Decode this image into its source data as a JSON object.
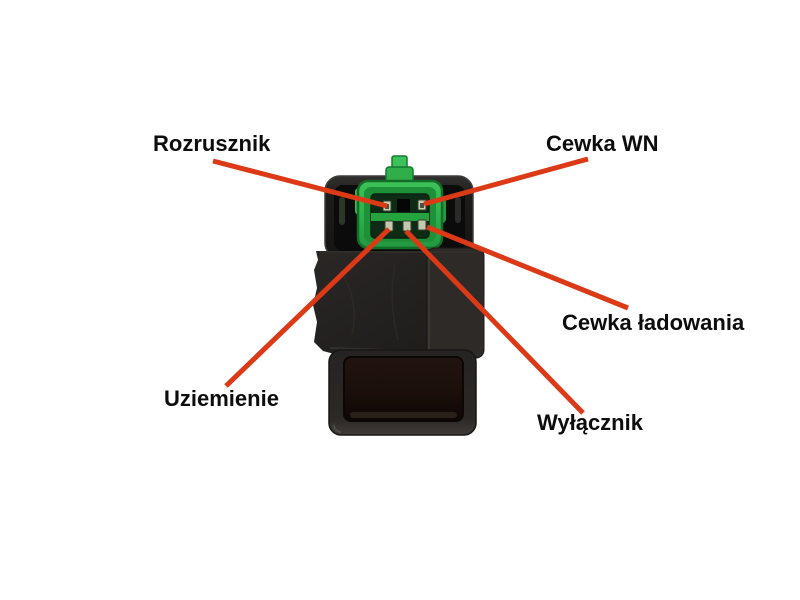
{
  "page": {
    "background": "#ffffff",
    "subject": "CDI ignition module pinout diagram with green connector"
  },
  "diagram": {
    "colors": {
      "annotation_red": "#dc3917",
      "connector_green": "#2eb24a",
      "connector_green_dark": "#147029",
      "connector_green_light": "#5cd476",
      "device_black": "#1e1c1b",
      "label_text": "#0d0d0d"
    },
    "annotations": [
      {
        "id": "rozrusznik",
        "label": "Rozrusznik",
        "pin": "top-left",
        "line": [
          213,
          161,
          387,
          206
        ]
      },
      {
        "id": "cewka-wn",
        "label": "Cewka WN",
        "pin": "top-right",
        "line": [
          588,
          159,
          424,
          204
        ]
      },
      {
        "id": "cewka-ladowania",
        "label": "Cewka ładowania",
        "pin": "bottom-right",
        "line": [
          427,
          227,
          628,
          308
        ]
      },
      {
        "id": "wylacznik",
        "label": "Wyłącznik",
        "pin": "bottom-middle",
        "line": [
          406,
          231,
          583,
          413
        ]
      },
      {
        "id": "uziemienie",
        "label": "Uziemienie",
        "pin": "bottom-left",
        "line": [
          226,
          386,
          389,
          229
        ]
      }
    ]
  }
}
